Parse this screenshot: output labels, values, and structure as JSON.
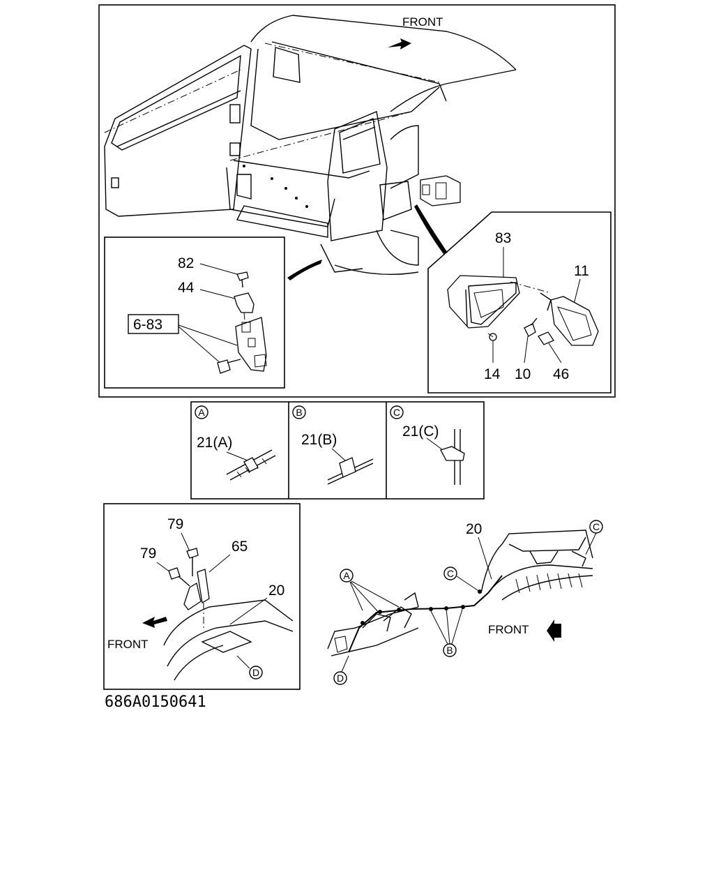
{
  "main_view": {
    "front_label": "FRONT",
    "callouts": {
      "p82": "82",
      "p44": "44",
      "p6_83": "6-83",
      "p83": "83",
      "p11": "11",
      "p14": "14",
      "p10": "10",
      "p46": "46"
    }
  },
  "clip_detail": {
    "panels": [
      {
        "marker": "A",
        "label": "21(A)"
      },
      {
        "marker": "B",
        "label": "21(B)"
      },
      {
        "marker": "C",
        "label": "21(C)"
      }
    ]
  },
  "bottom_left": {
    "callouts": {
      "p79a": "79",
      "p79b": "79",
      "p65": "65",
      "p20": "20",
      "marker_d": "D"
    },
    "front_label": "FRONT"
  },
  "bottom_right": {
    "callouts": {
      "p20": "20",
      "marker_a": "A",
      "marker_b": "B",
      "marker_c1": "C",
      "marker_c2": "C",
      "marker_d": "D"
    },
    "front_label": "FRONT"
  },
  "figure_code": "686A0150641"
}
